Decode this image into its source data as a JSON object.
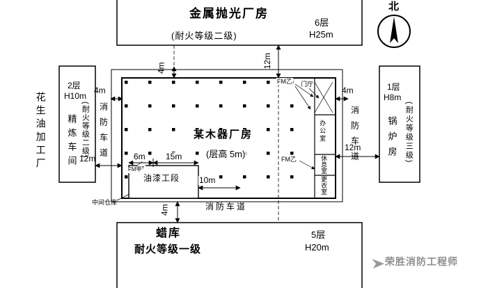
{
  "compass": {
    "north": "北"
  },
  "blocks": {
    "top": {
      "name": "金属抛光厂房",
      "fire": "(耐火等级二级)",
      "floors": "6层",
      "height": "H25m"
    },
    "left_outer": "花生油加工厂",
    "left": {
      "floors": "2层",
      "height": "H10m",
      "name": "精炼车间",
      "fire": "(耐火等级二级)"
    },
    "right": {
      "floors": "1层",
      "height": "H8m",
      "name": "锅炉房",
      "fire": "(耐火等级三级)"
    },
    "bottom": {
      "name": "蜡库",
      "fire": "耐火等级一级",
      "floors": "5层",
      "height": "H20m"
    },
    "center": {
      "name": "某木器厂房",
      "story": "(层高 5m)"
    }
  },
  "rooms": {
    "paint": "油漆工段",
    "midstore": "中间仓库",
    "lobby": "门厅",
    "office": "办公室",
    "rest": "休息室",
    "locker": "更衣室"
  },
  "doors": {
    "fmA": "FM甲",
    "fmB_top": "FM乙",
    "fmB_bottom": "FM乙"
  },
  "lanes": {
    "left": "消防车道",
    "right": "消防车道",
    "bottom": "消防车道"
  },
  "dims": {
    "top_left": "4m",
    "top_right": "12m",
    "left_top": "4m",
    "left_bottom": "12m",
    "right_top": "4m",
    "right_bottom": "12m",
    "bottom": "4m",
    "w6": "6m",
    "w15": "15m",
    "w10": "10m"
  },
  "watermark": "荣胜消防工程师"
}
